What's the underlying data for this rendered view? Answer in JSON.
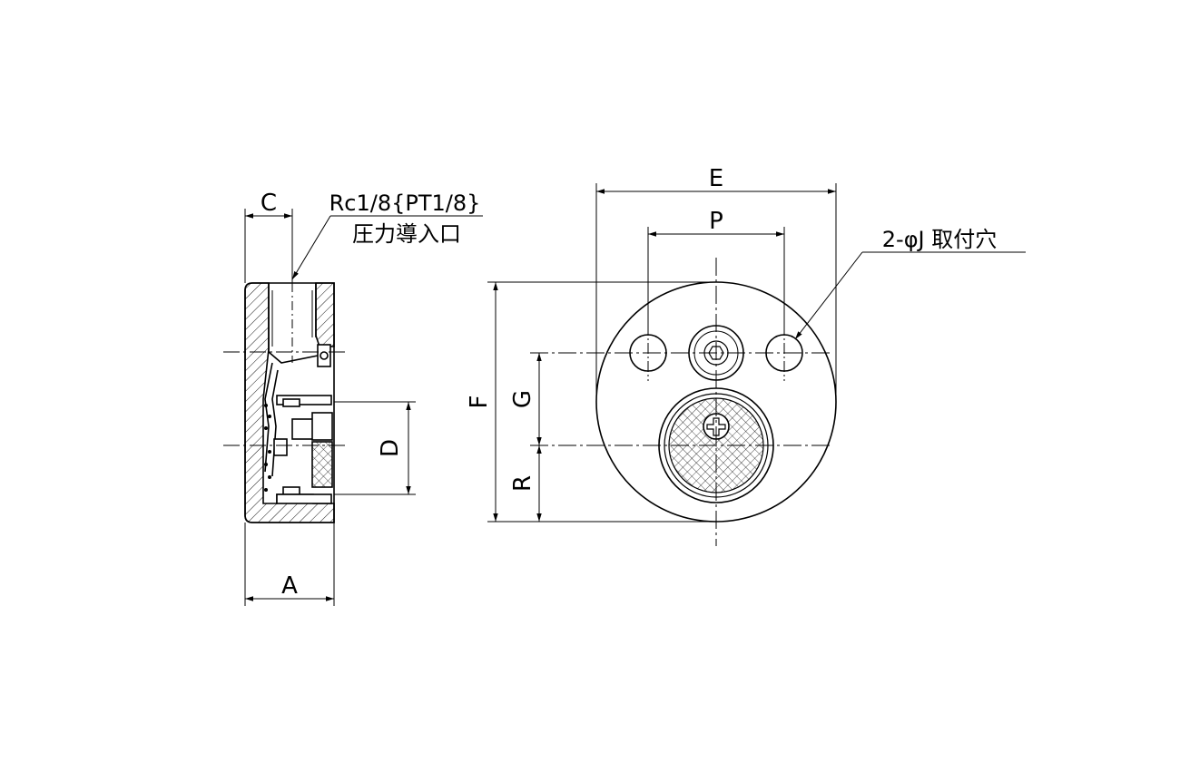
{
  "colors": {
    "line": "#000000",
    "background": "#ffffff",
    "hatch": "#000000"
  },
  "labels": {
    "C": "C",
    "A": "A",
    "D": "D",
    "E": "E",
    "P": "P",
    "F": "F",
    "G": "G",
    "R": "R",
    "port_spec": "Rc1/8{PT1/8}",
    "port_name": "圧力導入口",
    "mount_holes": "2-φJ 取付穴"
  }
}
